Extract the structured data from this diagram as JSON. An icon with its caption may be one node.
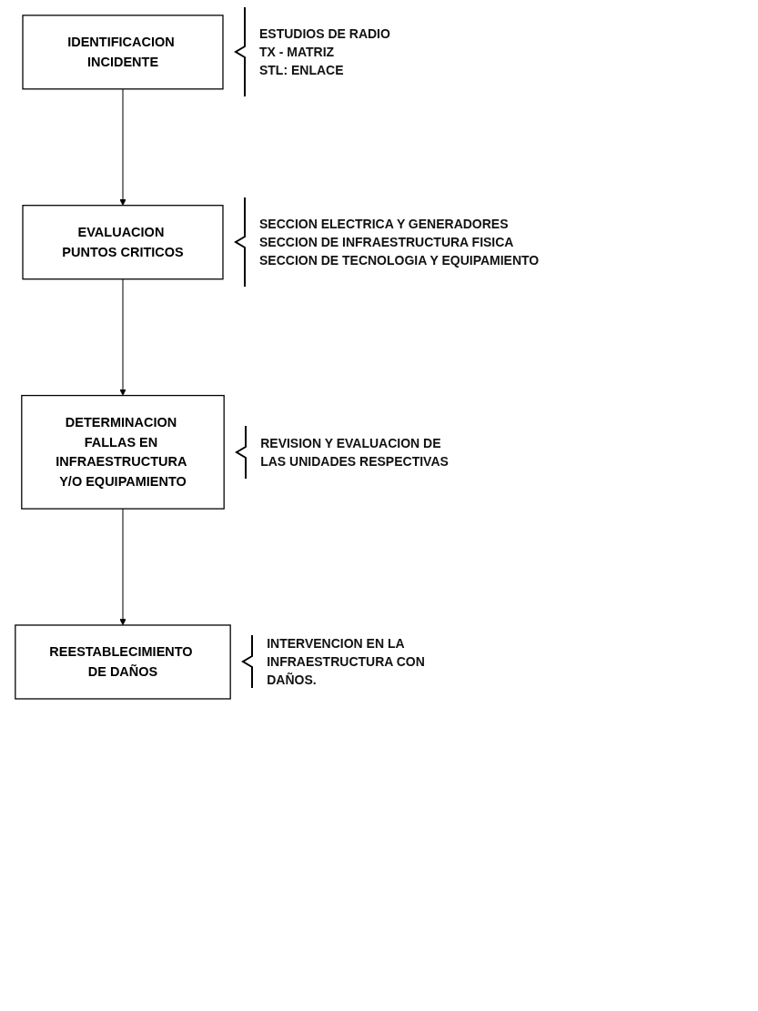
{
  "diagram": {
    "nodes": [
      {
        "text": [
          "IDENTIFICACION INCIDENTE"
        ],
        "beside": [
          "ESTUDIOS DE RADIO",
          "TX - MATRIZ",
          "STL: ENLACE"
        ]
      },
      {
        "text": [
          "EVALUACION PUNTOS CRITICOS"
        ],
        "beside": [
          "SECCION ELECTRICA Y GENERADORES",
          "SECCION DE INFRAESTRUCTURA FISICA",
          "SECCION DE TECNOLOGIA Y EQUIPAMIENTO"
        ]
      },
      {
        "text": [
          "DETERMINACION FALLAS EN INFRAESTRUCTURA Y/O EQUIPAMIENTO"
        ],
        "beside": [
          "REVISION Y EVALUACION DE LAS UNIDADES RESPECTIVAS"
        ]
      },
      {
        "text": [
          "REESTABLECIMIENTO DE DAÑOS"
        ],
        "beside": [
          "INTERVENCION EN LA INFRAESTRUCTURA CON DAÑOS."
        ]
      }
    ],
    "edges": [
      {
        "from": 0,
        "to": 1,
        "arrow": "to"
      },
      {
        "from": 1,
        "to": 2,
        "arrow": "to"
      },
      {
        "from": 2,
        "to": 3,
        "arrow": "to"
      }
    ]
  }
}
